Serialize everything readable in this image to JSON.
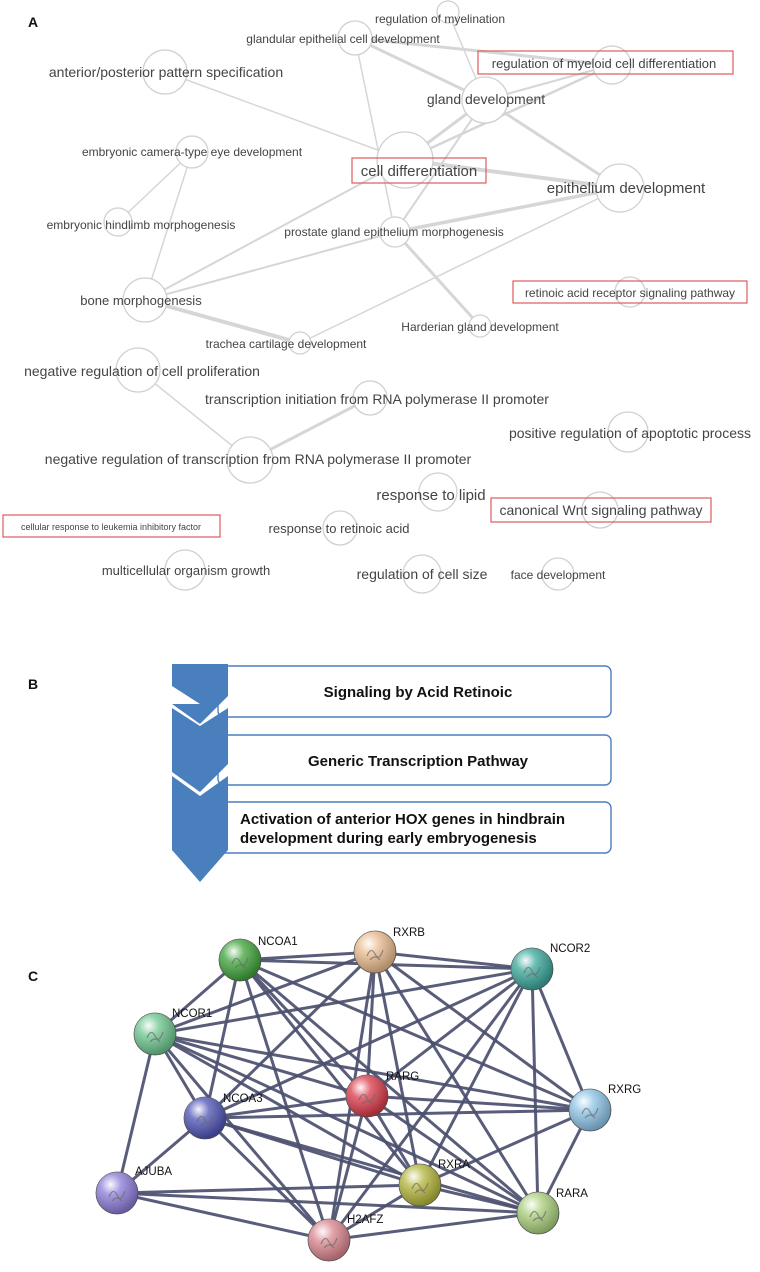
{
  "panels": {
    "a": "A",
    "b": "B",
    "c": "C"
  },
  "go_network": {
    "terms": {
      "regulation_of_myelination": "regulation of myelination",
      "glandular_epithelial": "glandular epithelial cell development",
      "regulation_of_myeloid": "regulation of myeloid cell differentiation",
      "anterior_posterior": "anterior/posterior pattern specification",
      "gland_development": "gland development",
      "embryonic_camera_eye": "embryonic camera-type eye development",
      "cell_differentiation": "cell differentiation",
      "epithelium_development": "epithelium development",
      "embryonic_hindlimb": "embryonic hindlimb morphogenesis",
      "prostate_gland": "prostate gland epithelium morphogenesis",
      "retinoic_acid_receptor": "retinoic acid receptor signaling pathway",
      "bone_morphogenesis": "bone morphogenesis",
      "harderian_gland": "Harderian gland development",
      "trachea_cartilage": "trachea cartilage development",
      "neg_reg_cell_prolif": "negative regulation of cell proliferation",
      "transcription_initiation": "transcription initiation from RNA polymerase II promoter",
      "positive_reg_apoptotic": "positive regulation of apoptotic process",
      "neg_reg_transcription": "negative regulation of transcription from RNA polymerase II promoter",
      "response_to_lipid": "response to lipid",
      "canonical_wnt": "canonical Wnt signaling pathway",
      "cellular_response_lif": "cellular response to leukemia inhibitory factor",
      "response_to_retinoic": "response to retinoic acid",
      "multicellular_growth": "multicellular organism growth",
      "regulation_cell_size": "regulation of cell size",
      "face_development": "face development"
    }
  },
  "pathways": {
    "step1": "Signaling by Acid Retinoic",
    "step2": "Generic Transcription Pathway",
    "step3_line1": "Activation of anterior HOX genes in hindbrain",
    "step3_line2": "development during early embryogenesis",
    "accent_color": "#4a7fbd"
  },
  "ppi_network": {
    "proteins": {
      "NCOA1": {
        "label": "NCOA1",
        "color": "#3fa33a"
      },
      "RXRB": {
        "label": "RXRB",
        "color": "#e8b98c"
      },
      "NCOR2": {
        "label": "NCOR2",
        "color": "#3aa79a"
      },
      "NCOR1": {
        "label": "NCOR1",
        "color": "#6cc58e"
      },
      "RARG": {
        "label": "RARG",
        "color": "#d93a4a"
      },
      "RXRG": {
        "label": "RXRG",
        "color": "#8cc3e6"
      },
      "NCOA3": {
        "label": "NCOA3",
        "color": "#4e53b5"
      },
      "AJUBA": {
        "label": "AJUBA",
        "color": "#8b7ad8"
      },
      "RXRA": {
        "label": "RXRA",
        "color": "#b3b43a"
      },
      "RARA": {
        "label": "RARA",
        "color": "#a9cf7c"
      },
      "H2AFZ": {
        "label": "H2AFZ",
        "color": "#d9868e"
      }
    }
  }
}
